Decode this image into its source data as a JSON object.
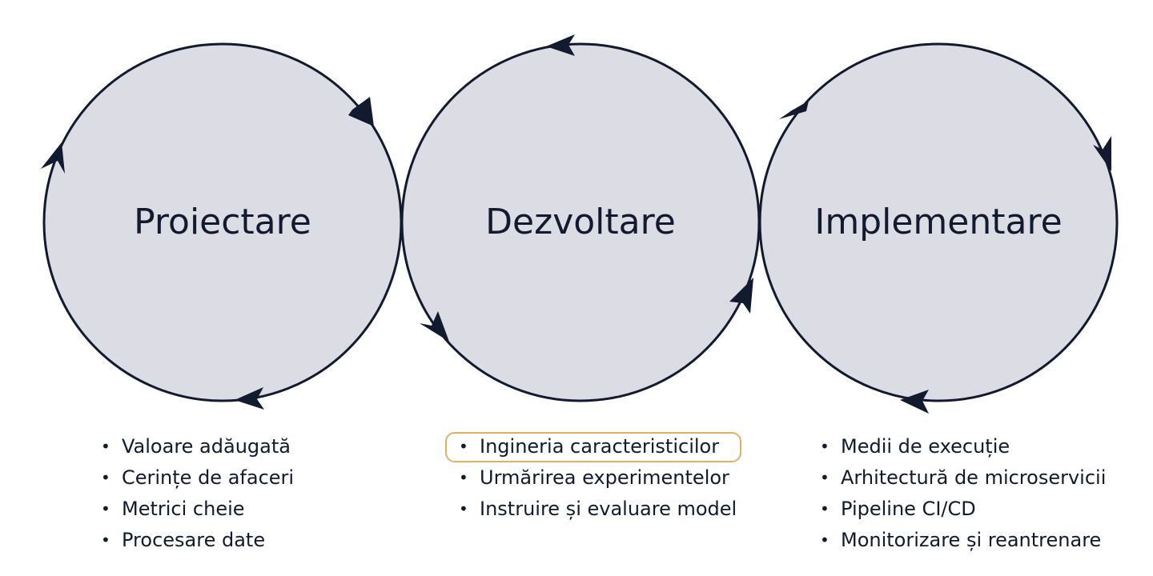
{
  "stages": [
    {
      "title": "Proiectare",
      "items": [
        "Valoare adăugată",
        "Cerințe de afaceri",
        "Metrici cheie",
        "Procesare date"
      ]
    },
    {
      "title": "Dezvoltare",
      "items": [
        "Ingineria caracteristicilor",
        "Urmărirea experimentelor",
        "Instruire și evaluare model"
      ]
    },
    {
      "title": "Implementare",
      "items": [
        "Medii de execuție",
        "Arhitectură de microservicii",
        "Pipeline CI/CD",
        "Monitorizare și reantrenare"
      ]
    }
  ],
  "colors": {
    "circle_fill": "#dcdce4",
    "outline": "#111a2e",
    "highlight": "#e3b063"
  }
}
